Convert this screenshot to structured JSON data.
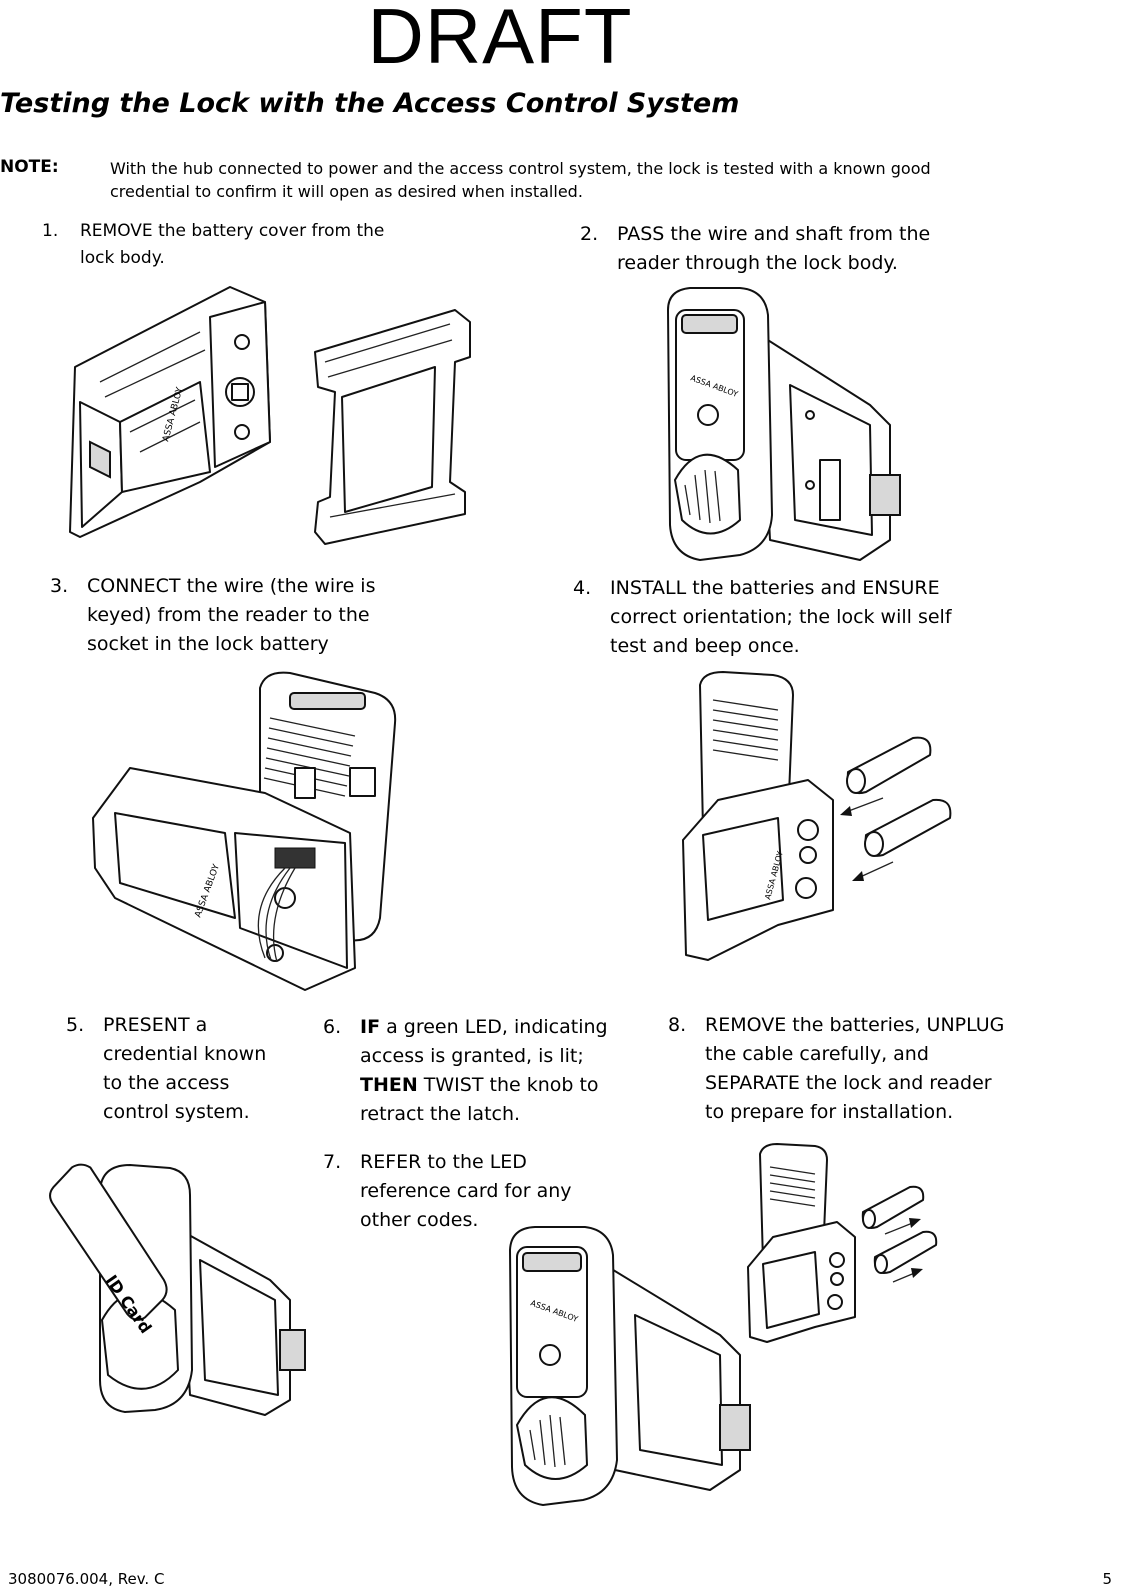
{
  "watermark": "DRAFT",
  "title": "Testing the Lock with the Access Control System",
  "note": {
    "label": "NOTE:",
    "line1": "With the hub connected to power and the access control system, the lock is tested with a known good",
    "line2": "credential to confirm it will open as desired when installed."
  },
  "steps": [
    {
      "num": "1.",
      "lines": [
        "REMOVE the battery cover from the",
        "lock body."
      ]
    },
    {
      "num": "2.",
      "lines": [
        "PASS the wire and shaft from the",
        "reader through the lock body."
      ]
    },
    {
      "num": "3.",
      "lines": [
        "CONNECT the wire (the wire is",
        "keyed) from the reader to the",
        "socket in the lock battery"
      ]
    },
    {
      "num": "4.",
      "lines": [
        "INSTALL the batteries and ENSURE",
        "correct orientation; the lock will self",
        "test and beep once."
      ]
    },
    {
      "num": "5.",
      "lines": [
        "PRESENT a",
        "credential known",
        "to the access",
        "control system."
      ]
    },
    {
      "num": "6.",
      "bold1": "IF",
      "rest1": " a green LED, indicating",
      "line2": "access is granted, is lit;",
      "bold3": "THEN",
      "rest3": " TWIST the knob to",
      "line4": "retract the latch."
    },
    {
      "num": "7.",
      "lines": [
        "REFER to the LED",
        "reference card for any",
        "other codes."
      ]
    },
    {
      "num": "8.",
      "lines": [
        "REMOVE the batteries, UNPLUG",
        "the cable carefully, and",
        "SEPARATE the lock and reader",
        "to prepare for installation."
      ]
    }
  ],
  "illustration_text": {
    "brand": "ASSA ABLOY",
    "card": "ID Card"
  },
  "footer": {
    "doc_number": "3080076.004, Rev. C",
    "page": "5"
  }
}
